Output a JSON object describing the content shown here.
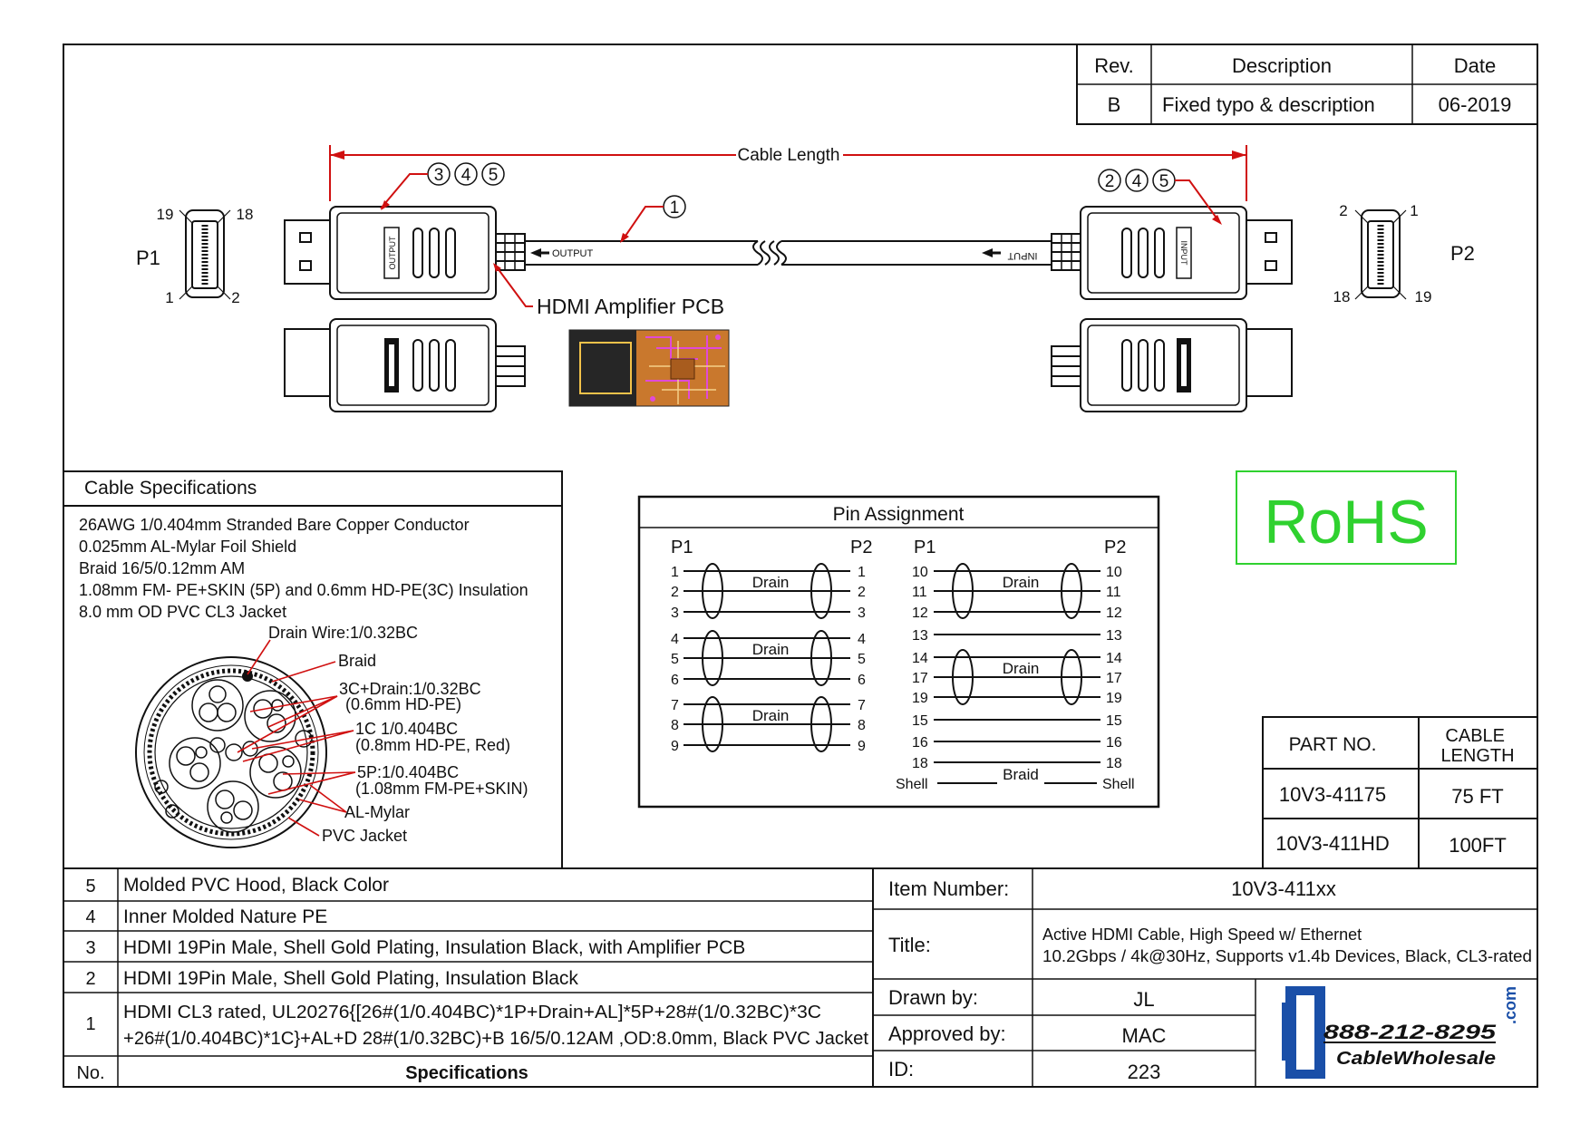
{
  "revision_table": {
    "headers": [
      "Rev.",
      "Description",
      "Date"
    ],
    "row": [
      "B",
      "Fixed typo & description",
      "06-2019"
    ]
  },
  "drawing": {
    "cable_length_label": "Cable Length",
    "p1_label": "P1",
    "p2_label": "P2",
    "p1_pins": [
      "19",
      "18",
      "1",
      "2"
    ],
    "p2_pins": [
      "2",
      "1",
      "18",
      "19"
    ],
    "left_callouts": [
      "3",
      "4",
      "5"
    ],
    "right_callouts": [
      "2",
      "4",
      "5"
    ],
    "cable_callout": "1",
    "output_label": "OUTPUT",
    "input_label": "INPUT",
    "pcb_label": "HDMI Amplifier PCB"
  },
  "cable_specs": {
    "title": "Cable Specifications",
    "lines": [
      "26AWG 1/0.404mm Stranded Bare Copper Conductor",
      "0.025mm AL-Mylar Foil Shield",
      "Braid 16/5/0.12mm AM",
      "1.08mm FM- PE+SKIN (5P) and 0.6mm HD-PE(3C) Insulation",
      "8.0 mm OD PVC CL3 Jacket"
    ],
    "cross_section_labels": [
      "Drain Wire:1/0.32BC",
      "Braid",
      "3C+Drain:1/0.32BC",
      "(0.6mm HD-PE)",
      "1C 1/0.404BC",
      "(0.8mm HD-PE, Red)",
      "5P:1/0.404BC",
      "(1.08mm FM-PE+SKIN)",
      "AL-Mylar",
      "PVC Jacket"
    ]
  },
  "pin_assignment": {
    "title": "Pin Assignment",
    "p1": "P1",
    "p2": "P2",
    "left_pins": [
      "1",
      "2",
      "3",
      "4",
      "5",
      "6",
      "7",
      "8",
      "9"
    ],
    "right_pins": [
      "10",
      "11",
      "12",
      "13",
      "14",
      "17",
      "19",
      "15",
      "16",
      "18",
      "Shell"
    ],
    "drain_label": "Drain",
    "braid_label": "Braid"
  },
  "rohs": "RoHS",
  "part_table": {
    "headers": [
      "PART NO.",
      "CABLE LENGTH"
    ],
    "rows": [
      [
        "10V3-41175",
        "75 FT"
      ],
      [
        "10V3-411HD",
        "100FT"
      ]
    ]
  },
  "bom": {
    "rows": [
      {
        "no": "5",
        "spec": "Molded PVC Hood, Black Color"
      },
      {
        "no": "4",
        "spec": "Inner Molded Nature PE"
      },
      {
        "no": "3",
        "spec": "HDMI 19Pin Male, Shell Gold Plating, Insulation Black, with Amplifier PCB"
      },
      {
        "no": "2",
        "spec": "HDMI 19Pin Male, Shell Gold Plating, Insulation Black"
      },
      {
        "no": "1",
        "spec_line1": "HDMI CL3 rated, UL20276{[26#(1/0.404BC)*1P+Drain+AL]*5P+28#(1/0.32BC)*3C",
        "spec_line2": "+26#(1/0.404BC)*1C}+AL+D 28#(1/0.32BC)+B 16/5/0.12AM ,OD:8.0mm, Black PVC Jacket"
      }
    ],
    "footer_no": "No.",
    "footer_spec": "Specifications"
  },
  "title_block": {
    "item_number_label": "Item Number:",
    "item_number": "10V3-411xx",
    "title_label": "Title:",
    "title_line1": "Active HDMI Cable, High Speed w/ Ethernet",
    "title_line2": "10.2Gbps / 4k@30Hz, Supports v1.4b Devices, Black, CL3-rated",
    "drawn_by_label": "Drawn by:",
    "drawn_by": "JL",
    "approved_by_label": "Approved by:",
    "approved_by": "MAC",
    "id_label": "ID:",
    "id": "223"
  },
  "logo": {
    "phone": "888-212-8295",
    "name": "CableWholesale",
    "suffix": ".com"
  },
  "colors": {
    "line": "#111111",
    "callout_red": "#d01010",
    "rohs_green": "#2fd12f",
    "logo_blue": "#1a4fa8"
  }
}
